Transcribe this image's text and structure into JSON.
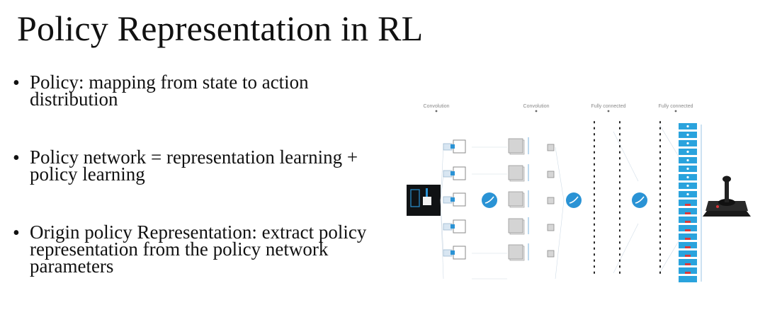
{
  "slide": {
    "title": "Policy Representation in RL",
    "bullets": [
      {
        "text": "Policy: mapping from state to action distribution"
      },
      {
        "text": "Policy network = representation learning + policy learning"
      },
      {
        "text": "Origin policy Representation: extract policy representation from the policy network parameters"
      }
    ]
  },
  "diagram": {
    "layer_labels": [
      "Convolution",
      "Convolution",
      "Fully connected",
      "Fully connected"
    ]
  },
  "colors": {
    "accent_blue": "#2a93d5",
    "output_blue": "#2aa3dd",
    "output_red": "#d9383a"
  }
}
